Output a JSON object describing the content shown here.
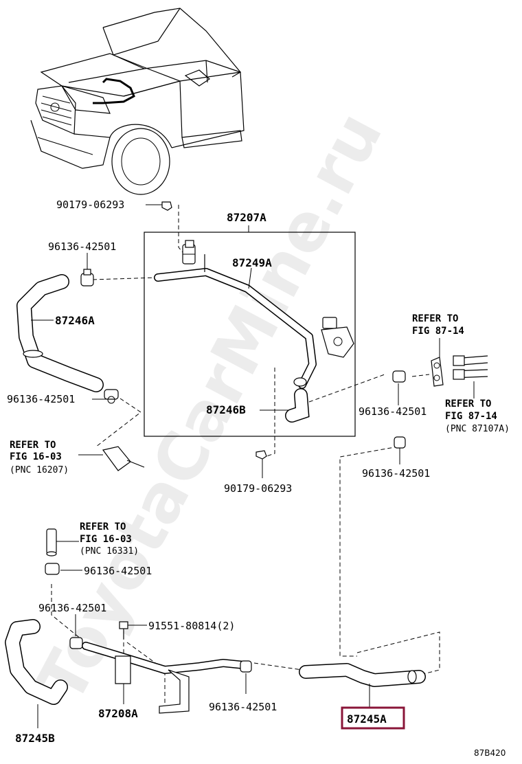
{
  "watermark": "ToyotaCarMine.ru",
  "figure_code": "87B420",
  "highlight_color": "#8a1538",
  "parts": {
    "box_label": "87207A",
    "pipe_upper": "87249A",
    "hose_left": "87246A",
    "hose_elbow": "87246B",
    "bracket": "87208A",
    "hose_lower_left": "87245B",
    "hose_lower_right": "87245A"
  },
  "clips": {
    "nut_top": "90179-06293",
    "nut_mid": "90179-06293",
    "clip_top_left": "96136-42501",
    "clip_mid_left": "96136-42501",
    "clip_right_upper": "96136-42501",
    "clip_right_lower": "96136-42501",
    "clip_low_1": "96136-42501",
    "clip_low_2": "96136-42501",
    "clip_low_3": "96136-42501",
    "bolt": "91551-80814(2)"
  },
  "refs": {
    "ref1": {
      "line1": "REFER TO",
      "line2": "FIG 87-14",
      "line3": ""
    },
    "ref2": {
      "line1": "REFER TO",
      "line2": "FIG 87-14",
      "line3": "(PNC 87107A)"
    },
    "ref3": {
      "line1": "REFER TO",
      "line2": "FIG 16-03",
      "line3": "(PNC 16207)"
    },
    "ref4": {
      "line1": "REFER TO",
      "line2": "FIG 16-03",
      "line3": "(PNC 16331)"
    }
  }
}
